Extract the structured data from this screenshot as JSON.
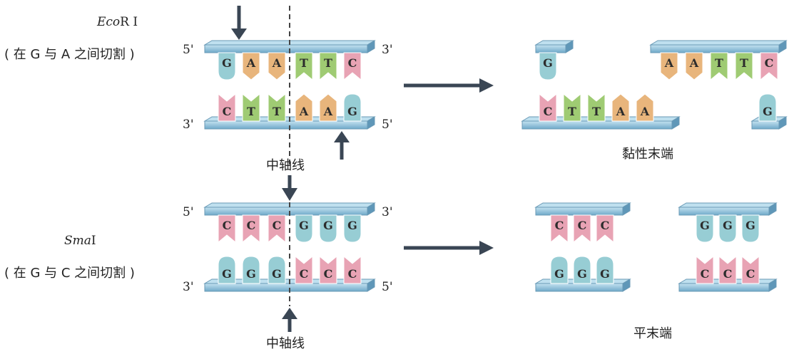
{
  "enzymes": [
    {
      "name_italic": "Eco",
      "name_suffix": "R I",
      "cut_site_note": "( 在 G 与 A 之间切割 )",
      "top_strand_bases": [
        "G",
        "A",
        "A",
        "T",
        "T",
        "C"
      ],
      "bottom_strand_bases": [
        "C",
        "T",
        "T",
        "A",
        "A",
        "G"
      ],
      "axis_label": "中轴线",
      "product_label": "黏性末端",
      "product_left_top": [
        "G"
      ],
      "product_left_bottom": [
        "C",
        "T",
        "T",
        "A",
        "A"
      ],
      "product_right_top": [
        "A",
        "A",
        "T",
        "T",
        "C"
      ],
      "product_right_bottom": [
        "G"
      ]
    },
    {
      "name_italic": "Sma",
      "name_suffix": "I",
      "cut_site_note": "( 在 G 与 C 之间切割 )",
      "top_strand_bases": [
        "C",
        "C",
        "C",
        "G",
        "G",
        "G"
      ],
      "bottom_strand_bases": [
        "G",
        "G",
        "G",
        "C",
        "C",
        "C"
      ],
      "axis_label": "中轴线",
      "product_label": "平末端",
      "product_left_top": [
        "C",
        "C",
        "C"
      ],
      "product_left_bottom": [
        "G",
        "G",
        "G"
      ],
      "product_right_top": [
        "G",
        "G",
        "G"
      ],
      "product_right_bottom": [
        "C",
        "C",
        "C"
      ]
    }
  ],
  "strand_ends": {
    "five_prime": "5'",
    "three_prime": "3'"
  },
  "base_colors": {
    "A": "#e8b57c",
    "T": "#9fcb73",
    "G": "#97cdd4",
    "C": "#e8a3b4"
  },
  "strand_color": "#8cc0dc"
}
